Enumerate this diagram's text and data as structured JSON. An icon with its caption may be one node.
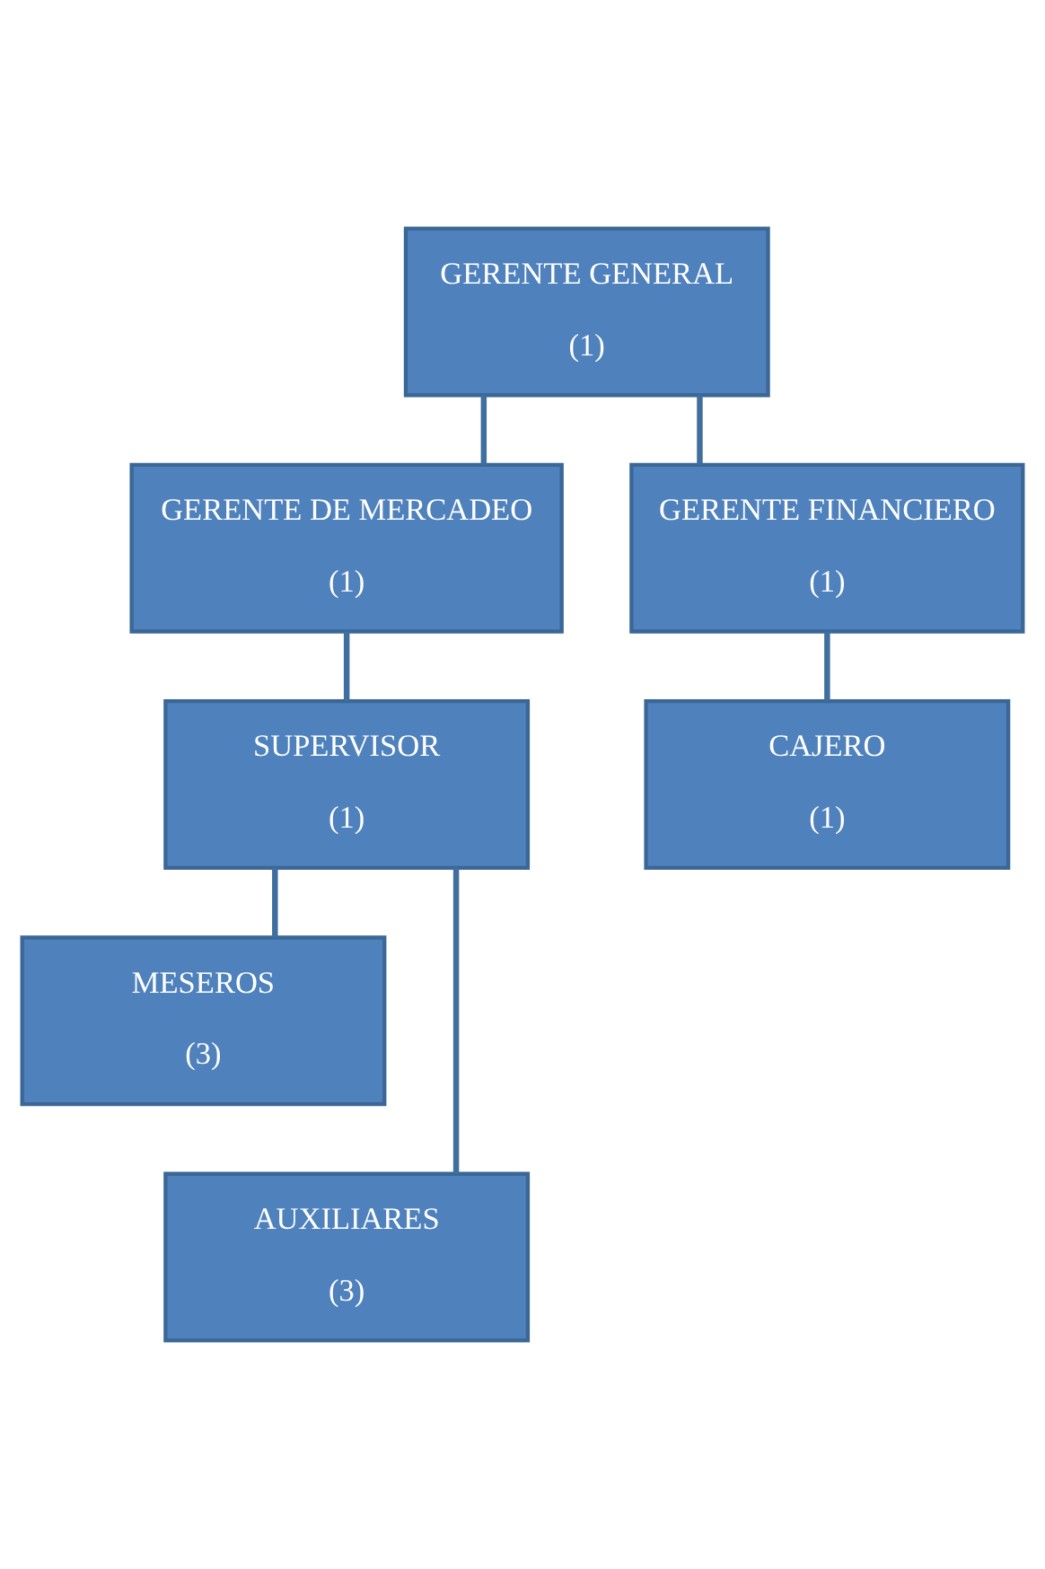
{
  "diagram": {
    "nodes": [
      {
        "text": [
          "GERENTE GENERAL",
          "(1)"
        ]
      },
      {
        "text": [
          "GERENTE DE MERCADEO",
          "(1)"
        ]
      },
      {
        "text": [
          "GERENTE FINANCIERO",
          "(1)"
        ]
      },
      {
        "text": [
          "SUPERVISOR",
          "(1)"
        ]
      },
      {
        "text": [
          "CAJERO",
          "(1)"
        ]
      },
      {
        "text": [
          "MESEROS",
          "(3)"
        ]
      },
      {
        "text": [
          "AUXILIARES",
          "(3)"
        ]
      }
    ],
    "edges": [
      {
        "from": 0,
        "to": 1,
        "arrow": "none"
      },
      {
        "from": 0,
        "to": 2,
        "arrow": "none"
      },
      {
        "from": 1,
        "to": 3,
        "arrow": "none"
      },
      {
        "from": 2,
        "to": 4,
        "arrow": "none"
      },
      {
        "from": 3,
        "to": 5,
        "arrow": "none"
      },
      {
        "from": 3,
        "to": 6,
        "arrow": "none"
      }
    ]
  }
}
